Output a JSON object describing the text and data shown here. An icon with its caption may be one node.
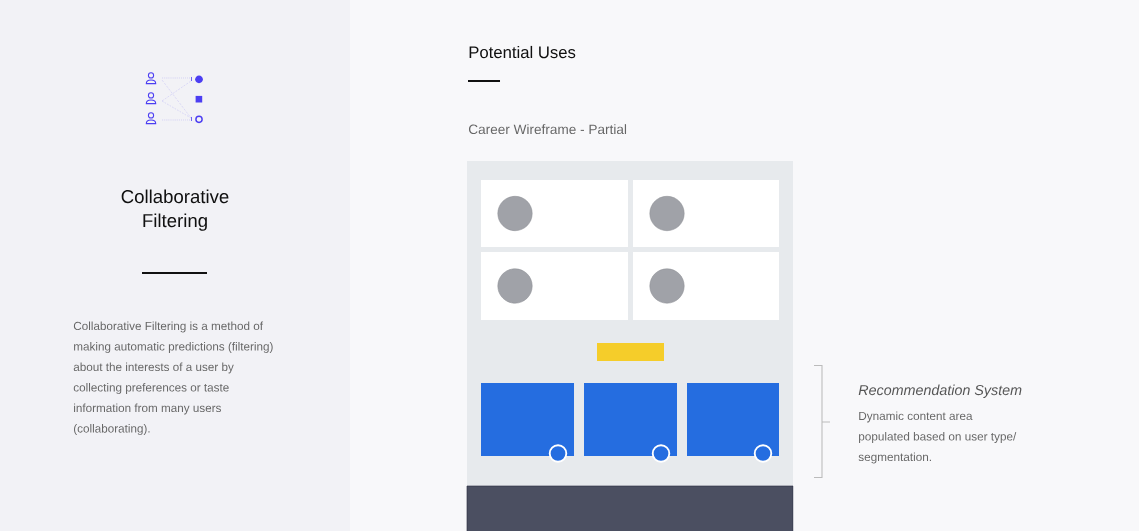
{
  "diagram": {
    "nodes": [
      {
        "text": [],
        "shape": "box"
      },
      {
        "text": [],
        "shape": "box"
      },
      {
        "text": [],
        "shape": "box"
      }
    ],
    "labels": [
      "Collaborative Filtering",
      "Collaborative Filtering is a method of making automatic predictions (filtering) about the interests of a user by collecting preferences or taste information from many users (collaborating).",
      "Potential Uses",
      "Career Wireframe - Partial",
      "Recommendation System",
      "Dynamic content area populated based on user type/ segmentation."
    ]
  }
}
